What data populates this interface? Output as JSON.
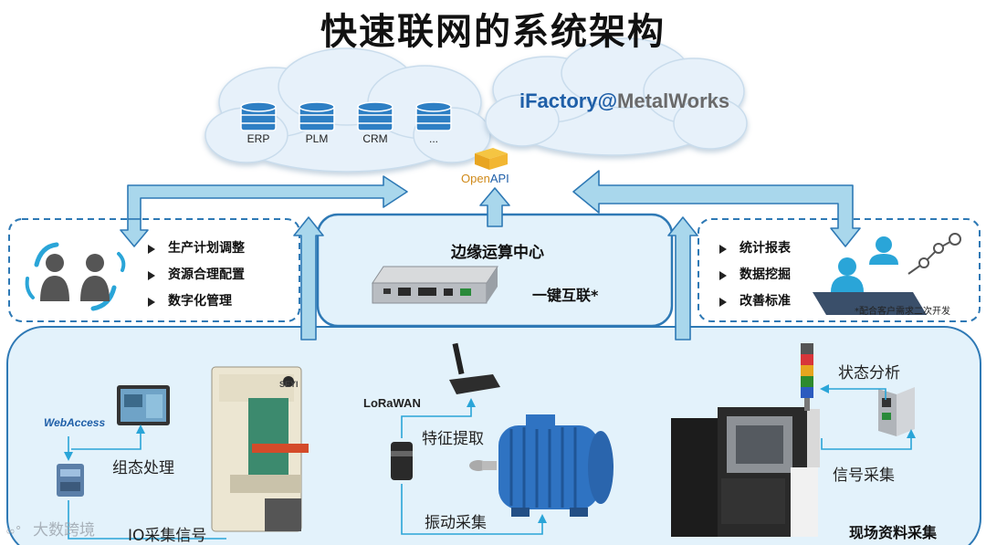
{
  "title": "快速联网的系统架构",
  "cloud_left": {
    "databases": [
      {
        "label": "ERP"
      },
      {
        "label": "PLM"
      },
      {
        "label": "CRM"
      },
      {
        "label": "..."
      }
    ]
  },
  "cloud_right": {
    "brand_main": "iFactory@",
    "brand_sub": "MetalWorks"
  },
  "openapi": {
    "open": "Open",
    "api": "API"
  },
  "left_box": {
    "bullets": [
      "生产计划调整",
      "资源合理配置",
      "数字化管理"
    ]
  },
  "edge_center": {
    "title": "边缘运算中心",
    "subtitle": "一键互联*"
  },
  "right_box": {
    "bullets": [
      "统计报表",
      "数据挖掘",
      "改善标准"
    ],
    "note": "*配合客户需求二次开发"
  },
  "bottom": {
    "webaccess_logo": "WebAccess",
    "config_label": "组态处理",
    "io_label": "IO采集信号",
    "lorawan_logo": "LoRaWAN",
    "feature_label": "特征提取",
    "vibration_label": "振动采集",
    "status_label": "状态分析",
    "signal_label": "信号采集",
    "section_label": "现场资料采集",
    "machine_brand": "SEYI"
  },
  "watermark": "大数跨境",
  "colors": {
    "arrow_fill": "#a9d7ec",
    "arrow_stroke": "#2e79b5",
    "panel_fill": "#e3f2fb",
    "panel_stroke": "#2e79b5",
    "cloud_fill": "#e7f1fa",
    "db_blue": "#2e7fc4",
    "motor_blue": "#2f73c2"
  }
}
